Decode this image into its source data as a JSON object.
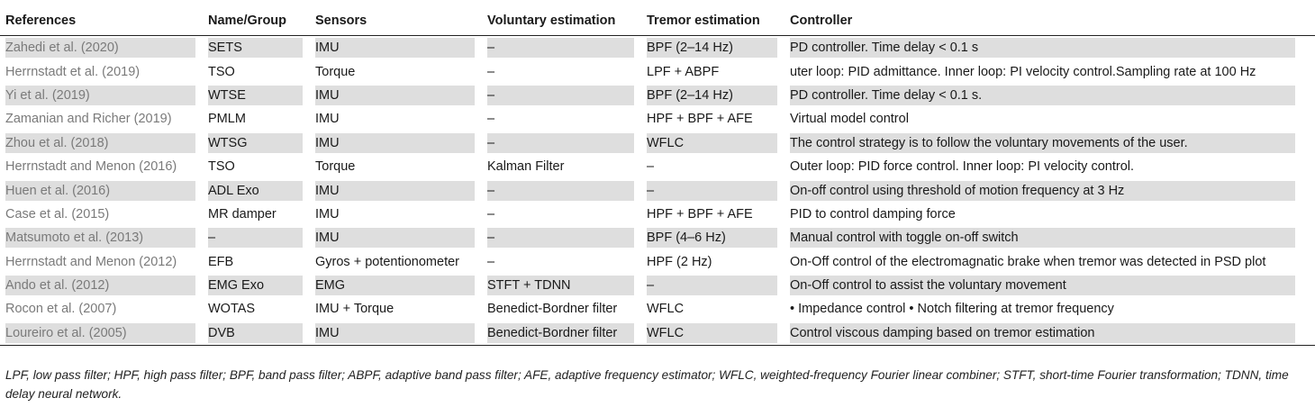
{
  "headers": [
    "References",
    "Name/Group",
    "Sensors",
    "Voluntary estimation",
    "Tremor estimation",
    "Controller"
  ],
  "rows": [
    [
      "Zahedi et al. (2020)",
      "SETS",
      "IMU",
      "–",
      "BPF (2–14 Hz)",
      "PD controller. Time delay < 0.1 s"
    ],
    [
      "Herrnstadt et al. (2019)",
      "TSO",
      "Torque",
      "–",
      "LPF + ABPF",
      "uter loop: PID admittance. Inner loop: PI velocity control.Sampling rate at 100 Hz"
    ],
    [
      "Yi et al. (2019)",
      "WTSE",
      "IMU",
      "–",
      "BPF (2–14 Hz)",
      "PD controller. Time delay < 0.1 s."
    ],
    [
      "Zamanian and Richer (2019)",
      "PMLM",
      "IMU",
      "–",
      "HPF + BPF + AFE",
      "Virtual model control"
    ],
    [
      "Zhou et al. (2018)",
      "WTSG",
      "IMU",
      "–",
      "WFLC",
      "The control strategy is to follow the voluntary movements of the user."
    ],
    [
      "Herrnstadt and Menon (2016)",
      "TSO",
      "Torque",
      "Kalman Filter",
      "–",
      "Outer loop: PID force control. Inner loop: PI velocity control."
    ],
    [
      "Huen et al. (2016)",
      "ADL Exo",
      "IMU",
      "–",
      "–",
      "On-off control using threshold of motion frequency at 3 Hz"
    ],
    [
      "Case et al. (2015)",
      "MR damper",
      "IMU",
      "–",
      "HPF + BPF + AFE",
      "PID to control damping force"
    ],
    [
      "Matsumoto et al. (2013)",
      "–",
      "IMU",
      "–",
      "BPF (4–6 Hz)",
      "Manual control with toggle on-off switch"
    ],
    [
      "Herrnstadt and Menon (2012)",
      "EFB",
      "Gyros + potentionometer",
      "–",
      "HPF (2 Hz)",
      "On-Off control of the electromagnatic brake when tremor was detected in PSD plot"
    ],
    [
      "Ando et al. (2012)",
      "EMG Exo",
      "EMG",
      "STFT + TDNN",
      "–",
      "On-Off control to assist the voluntary movement"
    ],
    [
      "Rocon et al. (2007)",
      "WOTAS",
      "IMU + Torque",
      "Benedict-Bordner filter",
      "WFLC",
      "•  Impedance control •  Notch filtering at tremor frequency"
    ],
    [
      "Loureiro et al. (2005)",
      "DVB",
      "IMU",
      "Benedict-Bordner filter",
      "WFLC",
      "Control viscous damping based on tremor estimation"
    ]
  ],
  "footnote": "LPF, low pass filter; HPF, high pass filter; BPF, band pass filter; ABPF, adaptive band pass filter; AFE, adaptive frequency estimator; WFLC, weighted-frequency Fourier linear combiner; STFT, short-time Fourier transformation; TDNN, time delay neural network."
}
